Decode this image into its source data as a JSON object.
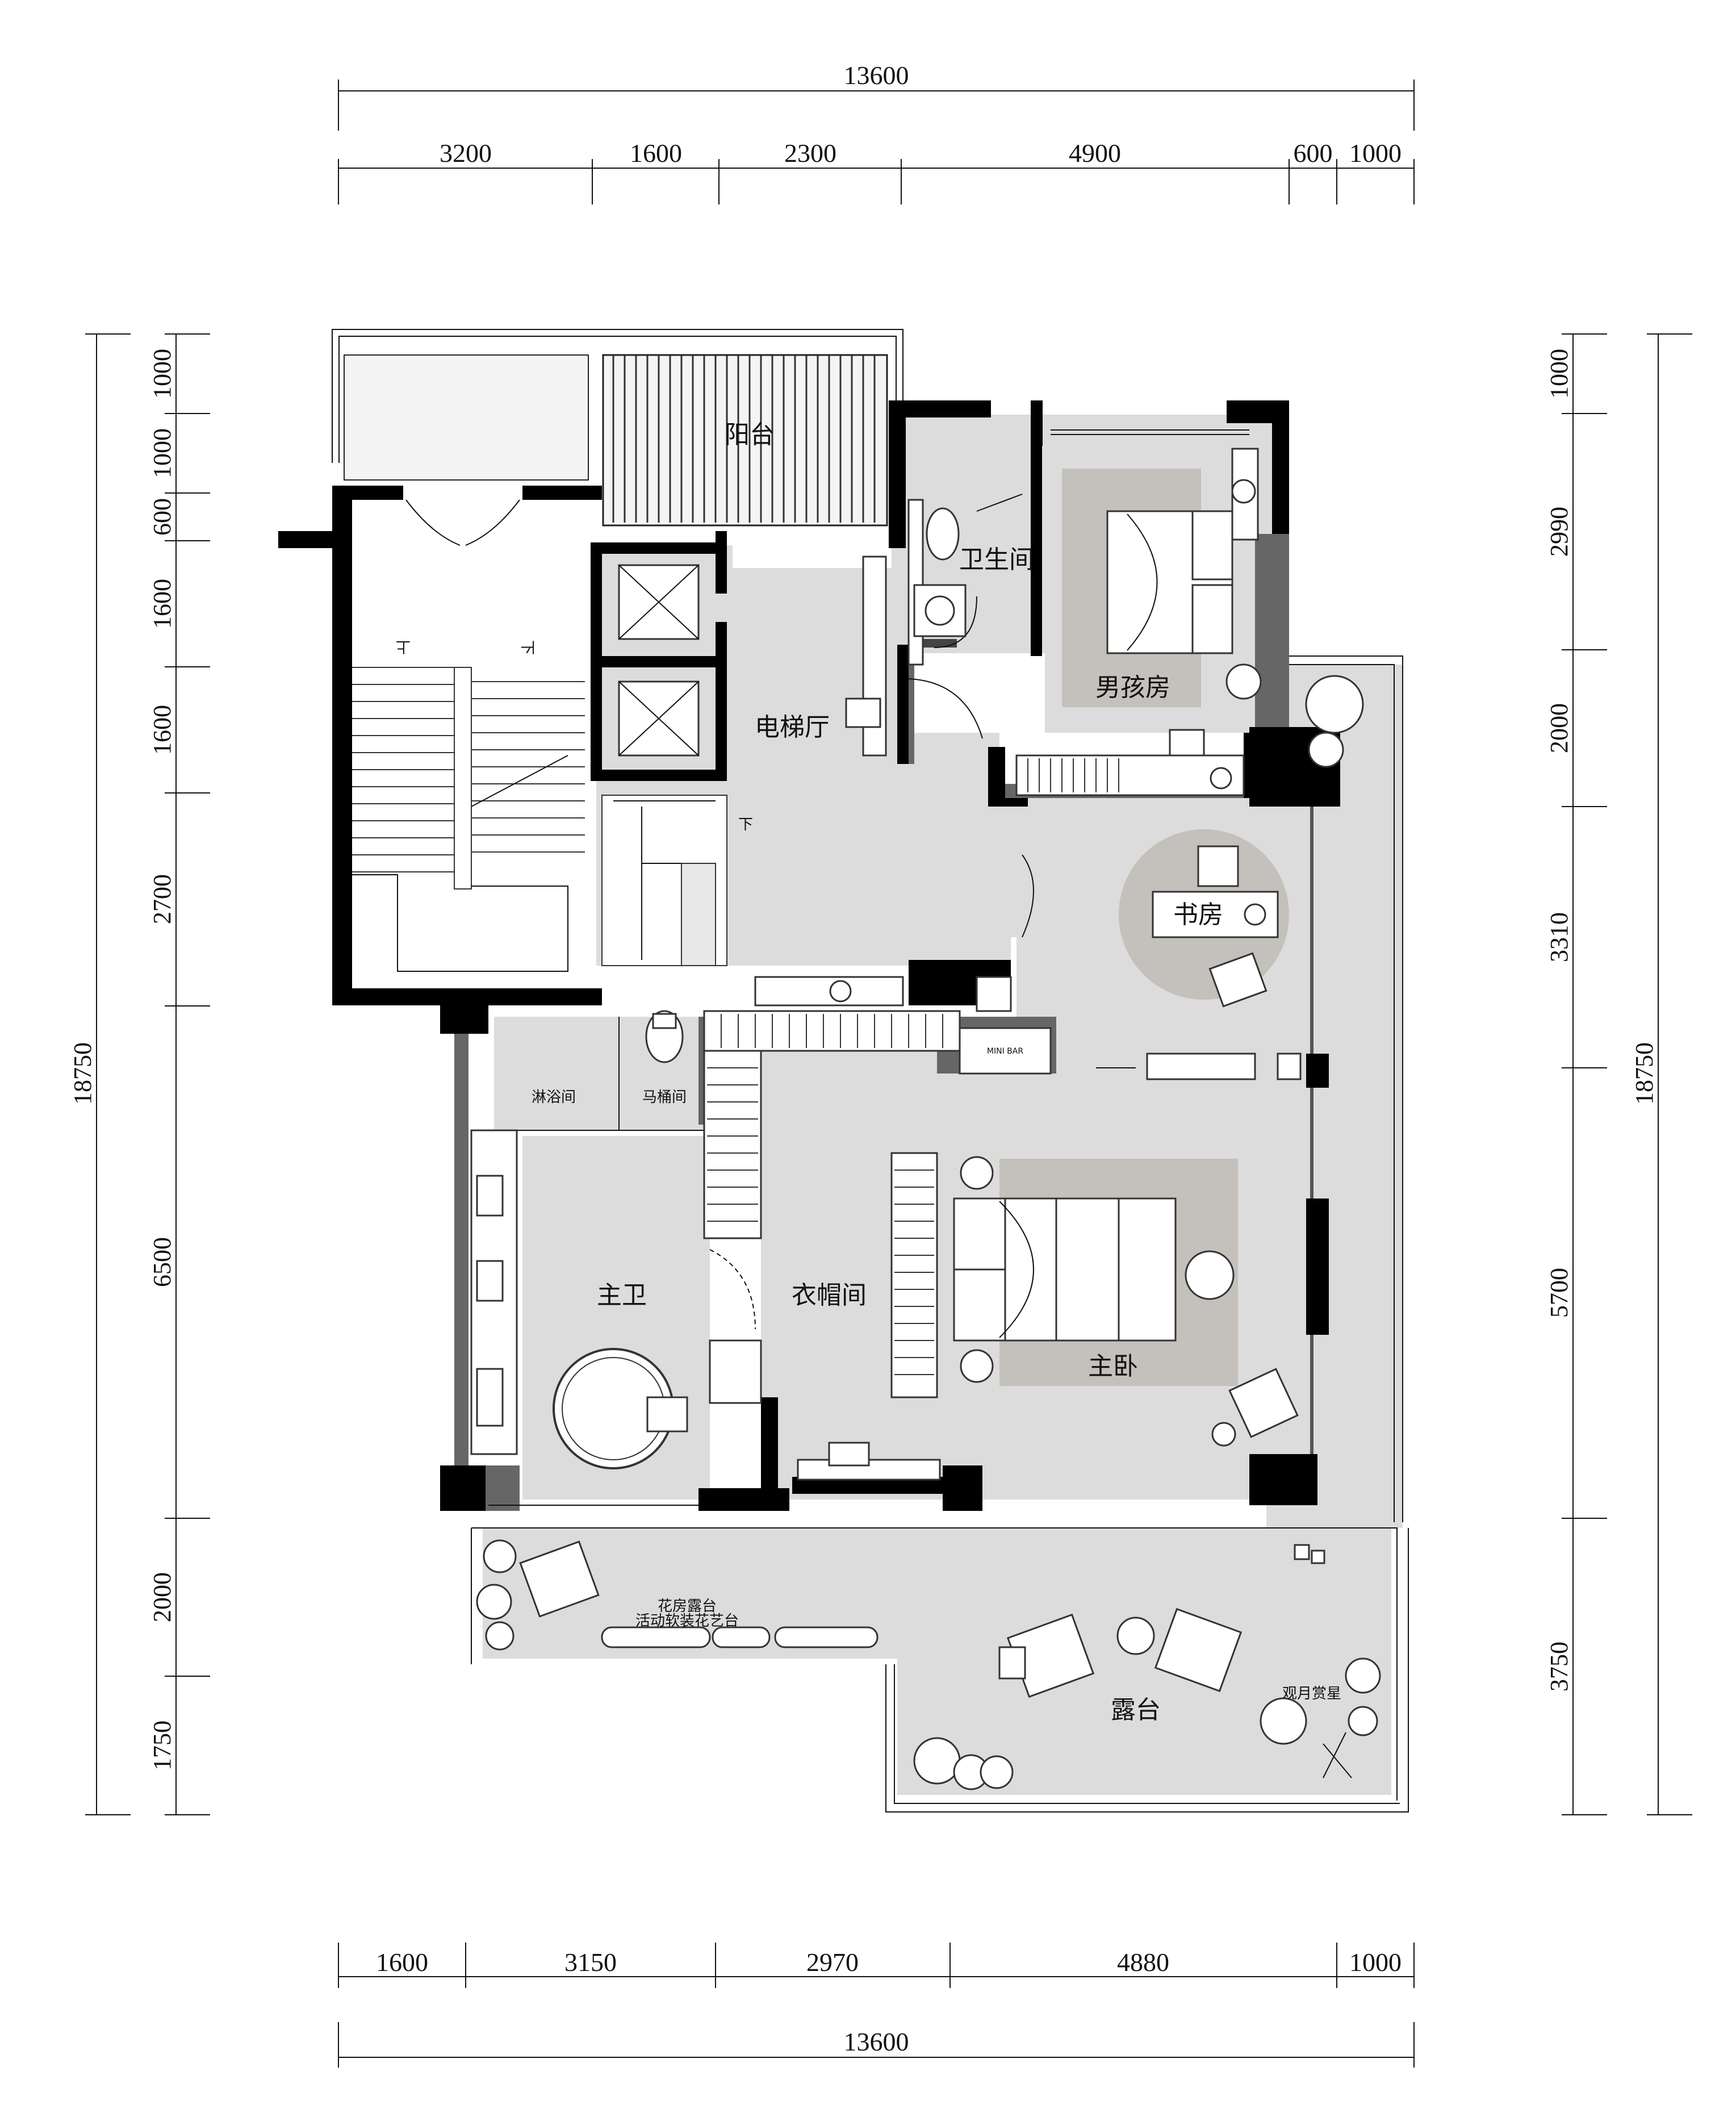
{
  "dimensions": {
    "top_total": "13600",
    "top_segments": [
      "3200",
      "1600",
      "2300",
      "4900",
      "600",
      "1000"
    ],
    "bottom_segments": [
      "1600",
      "3150",
      "2970",
      "4880",
      "1000"
    ],
    "bottom_total": "13600",
    "left_total": "18750",
    "left_segments": [
      "1000",
      "1000",
      "600",
      "1600",
      "1600",
      "2700",
      "6500",
      "2000",
      "1750"
    ],
    "right_total": "18750",
    "right_segments": [
      "1000",
      "2990",
      "2000",
      "3310",
      "5700",
      "3750"
    ]
  },
  "rooms": {
    "balcony": "阳台",
    "toilet_room": "卫生间",
    "boys_room": "男孩房",
    "elevator_hall": "电梯厅",
    "study": "书房",
    "shower": "淋浴间",
    "wc": "马桶间",
    "master_bath": "主卫",
    "cloakroom": "衣帽间",
    "master_bedroom": "主卧",
    "terrace": "露台",
    "flower_terrace": "花房露台",
    "flower_terrace_note": "活动软装花艺台",
    "moon_stargazing": "观月赏星"
  },
  "labels": {
    "mini_bar": "MINI BAR",
    "stair_down": "下",
    "stair_down_left": "下",
    "stair_up": "上"
  },
  "colors": {
    "wall": "#000000",
    "secondary_wall": "#666666",
    "floor": "#dcdcdc",
    "rug": "#c4c0bb",
    "furniture": "#ffffff"
  }
}
